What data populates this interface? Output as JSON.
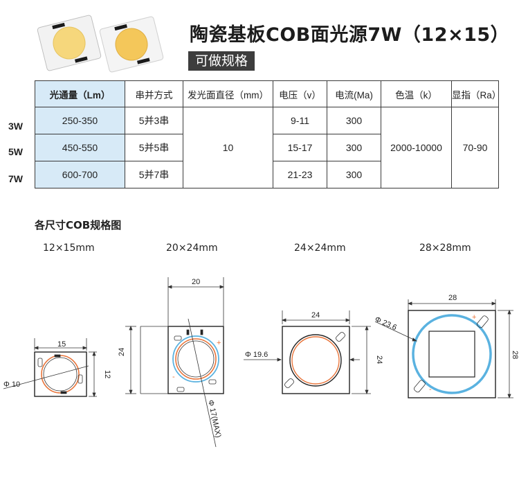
{
  "header": {
    "title": "陶瓷基板COB面光源7W（12×15）",
    "badge": "可做规格"
  },
  "table": {
    "headers": [
      "光通量（Lm）",
      "串并方式",
      "发光面直径（mm）",
      "电压（v）",
      "电流(Ma)",
      "色温（k）",
      "显指（Ra）"
    ],
    "rows": [
      {
        "watt": "3W",
        "lumen": "250-350",
        "connection": "5并3串",
        "voltage": "9-11",
        "current": "300"
      },
      {
        "watt": "5W",
        "lumen": "450-550",
        "connection": "5并5串",
        "voltage": "15-17",
        "current": "300"
      },
      {
        "watt": "7W",
        "lumen": "600-700",
        "connection": "5并7串",
        "voltage": "21-23",
        "current": "300"
      }
    ],
    "diameter": "10",
    "color_temp": "2000-10000",
    "cri": "70-90"
  },
  "section_title": "各尺寸COB规格图",
  "sizes": [
    {
      "label": "12×15mm",
      "width_dim": "15",
      "height_dim": "12",
      "diameter_dim": "Φ 10"
    },
    {
      "label": "20×24mm",
      "width_dim": "20",
      "height_dim": "24",
      "diameter_dim": "Φ 17(MAX)"
    },
    {
      "label": "24×24mm",
      "width_dim": "24",
      "height_dim": "24",
      "diameter_dim": "Φ 19.6"
    },
    {
      "label": "28×28mm",
      "width_dim": "28",
      "height_dim": "28",
      "diameter_dim": "Φ 23.6"
    }
  ],
  "polarity": {
    "plus": "+",
    "minus": "-"
  },
  "colors": {
    "lumen_column": "#d7eaf7",
    "led_warm": "#f6d77c",
    "led_yellow": "#f4c75a",
    "ring_orange": "#e8743a",
    "ring_blue": "#5ab2e0",
    "badge_bg": "#3d3d3d"
  }
}
